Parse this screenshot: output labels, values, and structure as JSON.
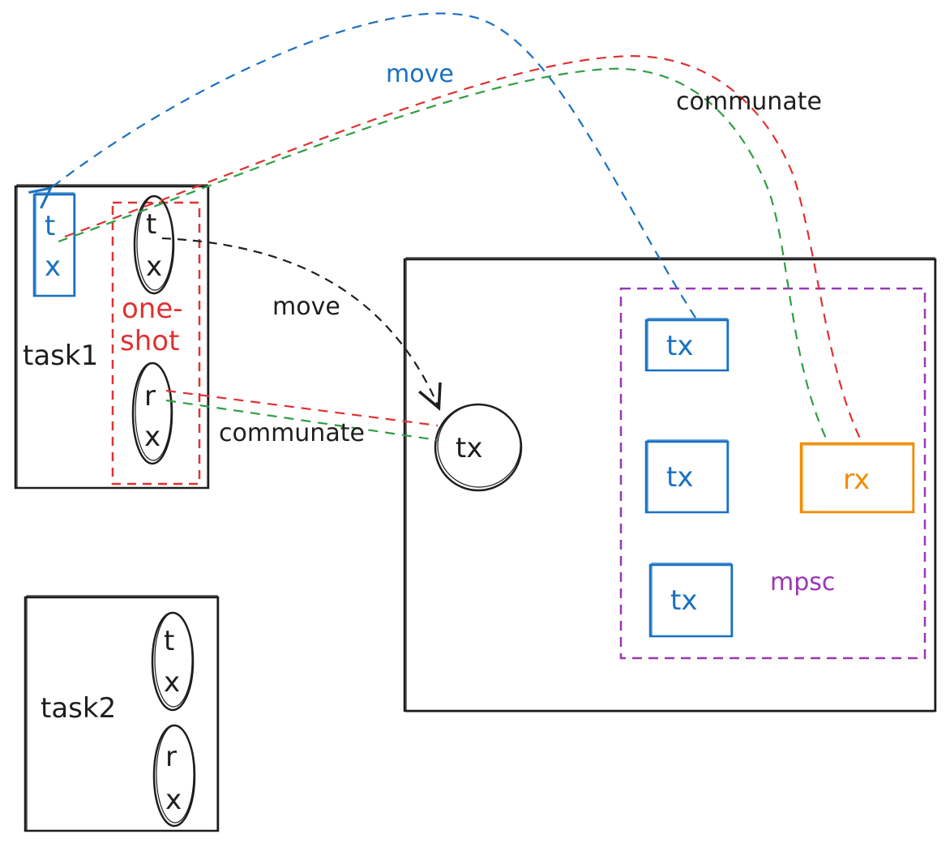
{
  "colors": {
    "ink": "#1e1e1e",
    "blue": "#1971c2",
    "red": "#e03131",
    "green": "#2f9e44",
    "orange": "#f08c00",
    "purple": "#9c36b5"
  },
  "task1": {
    "label": "task1",
    "blue_box": {
      "top": "t",
      "bottom": "x"
    },
    "oneshot_label_1": "one-",
    "oneshot_label_2": "shot",
    "tx_oval": {
      "top": "t",
      "bottom": "x"
    },
    "rx_oval": {
      "top": "r",
      "bottom": "x"
    }
  },
  "task2": {
    "label": "task2",
    "tx_oval": {
      "top": "t",
      "bottom": "x"
    },
    "rx_oval": {
      "top": "r",
      "bottom": "x"
    }
  },
  "right_panel": {
    "tx_circle": "tx",
    "mpsc_label": "mpsc",
    "tx_boxes": [
      "tx",
      "tx",
      "tx"
    ],
    "rx_box": "rx"
  },
  "edges": {
    "move_top": "move",
    "communate_top": "communate",
    "move_mid": "move",
    "communate_mid": "communate"
  }
}
